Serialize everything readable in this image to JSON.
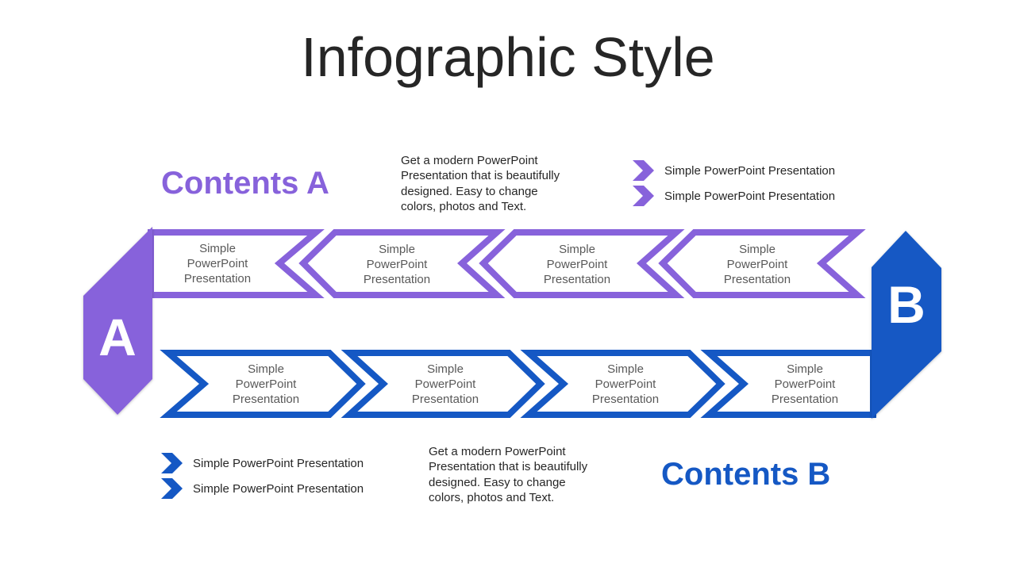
{
  "title": "Infographic Style",
  "colors": {
    "purple": "#8762DB",
    "blue": "#1558C4",
    "text": "#262626",
    "step_text": "#595959"
  },
  "section_a": {
    "heading": "Contents A",
    "badge": "A",
    "paragraph": [
      "Get a modern PowerPoint",
      "Presentation that is beautifully",
      "designed. Easy to change",
      "colors, photos and Text."
    ],
    "bullets": [
      {
        "icon": "chevron-right-icon",
        "label": "Simple PowerPoint Presentation"
      },
      {
        "icon": "chevron-right-icon",
        "label": "Simple PowerPoint Presentation"
      }
    ],
    "steps": [
      {
        "lines": [
          "Simple",
          "PowerPoint",
          "Presentation"
        ]
      },
      {
        "lines": [
          "Simple",
          "PowerPoint",
          "Presentation"
        ]
      },
      {
        "lines": [
          "Simple",
          "PowerPoint",
          "Presentation"
        ]
      },
      {
        "lines": [
          "Simple",
          "PowerPoint",
          "Presentation"
        ]
      }
    ]
  },
  "section_b": {
    "heading": "Contents B",
    "badge": "B",
    "paragraph": [
      "Get a modern PowerPoint",
      "Presentation that is beautifully",
      "designed. Easy to change",
      "colors, photos and Text."
    ],
    "bullets": [
      {
        "icon": "chevron-right-icon",
        "label": "Simple PowerPoint Presentation"
      },
      {
        "icon": "chevron-right-icon",
        "label": "Simple PowerPoint Presentation"
      }
    ],
    "steps": [
      {
        "lines": [
          "Simple",
          "PowerPoint",
          "Presentation"
        ]
      },
      {
        "lines": [
          "Simple",
          "PowerPoint",
          "Presentation"
        ]
      },
      {
        "lines": [
          "Simple",
          "PowerPoint",
          "Presentation"
        ]
      },
      {
        "lines": [
          "Simple",
          "PowerPoint",
          "Presentation"
        ]
      }
    ]
  }
}
